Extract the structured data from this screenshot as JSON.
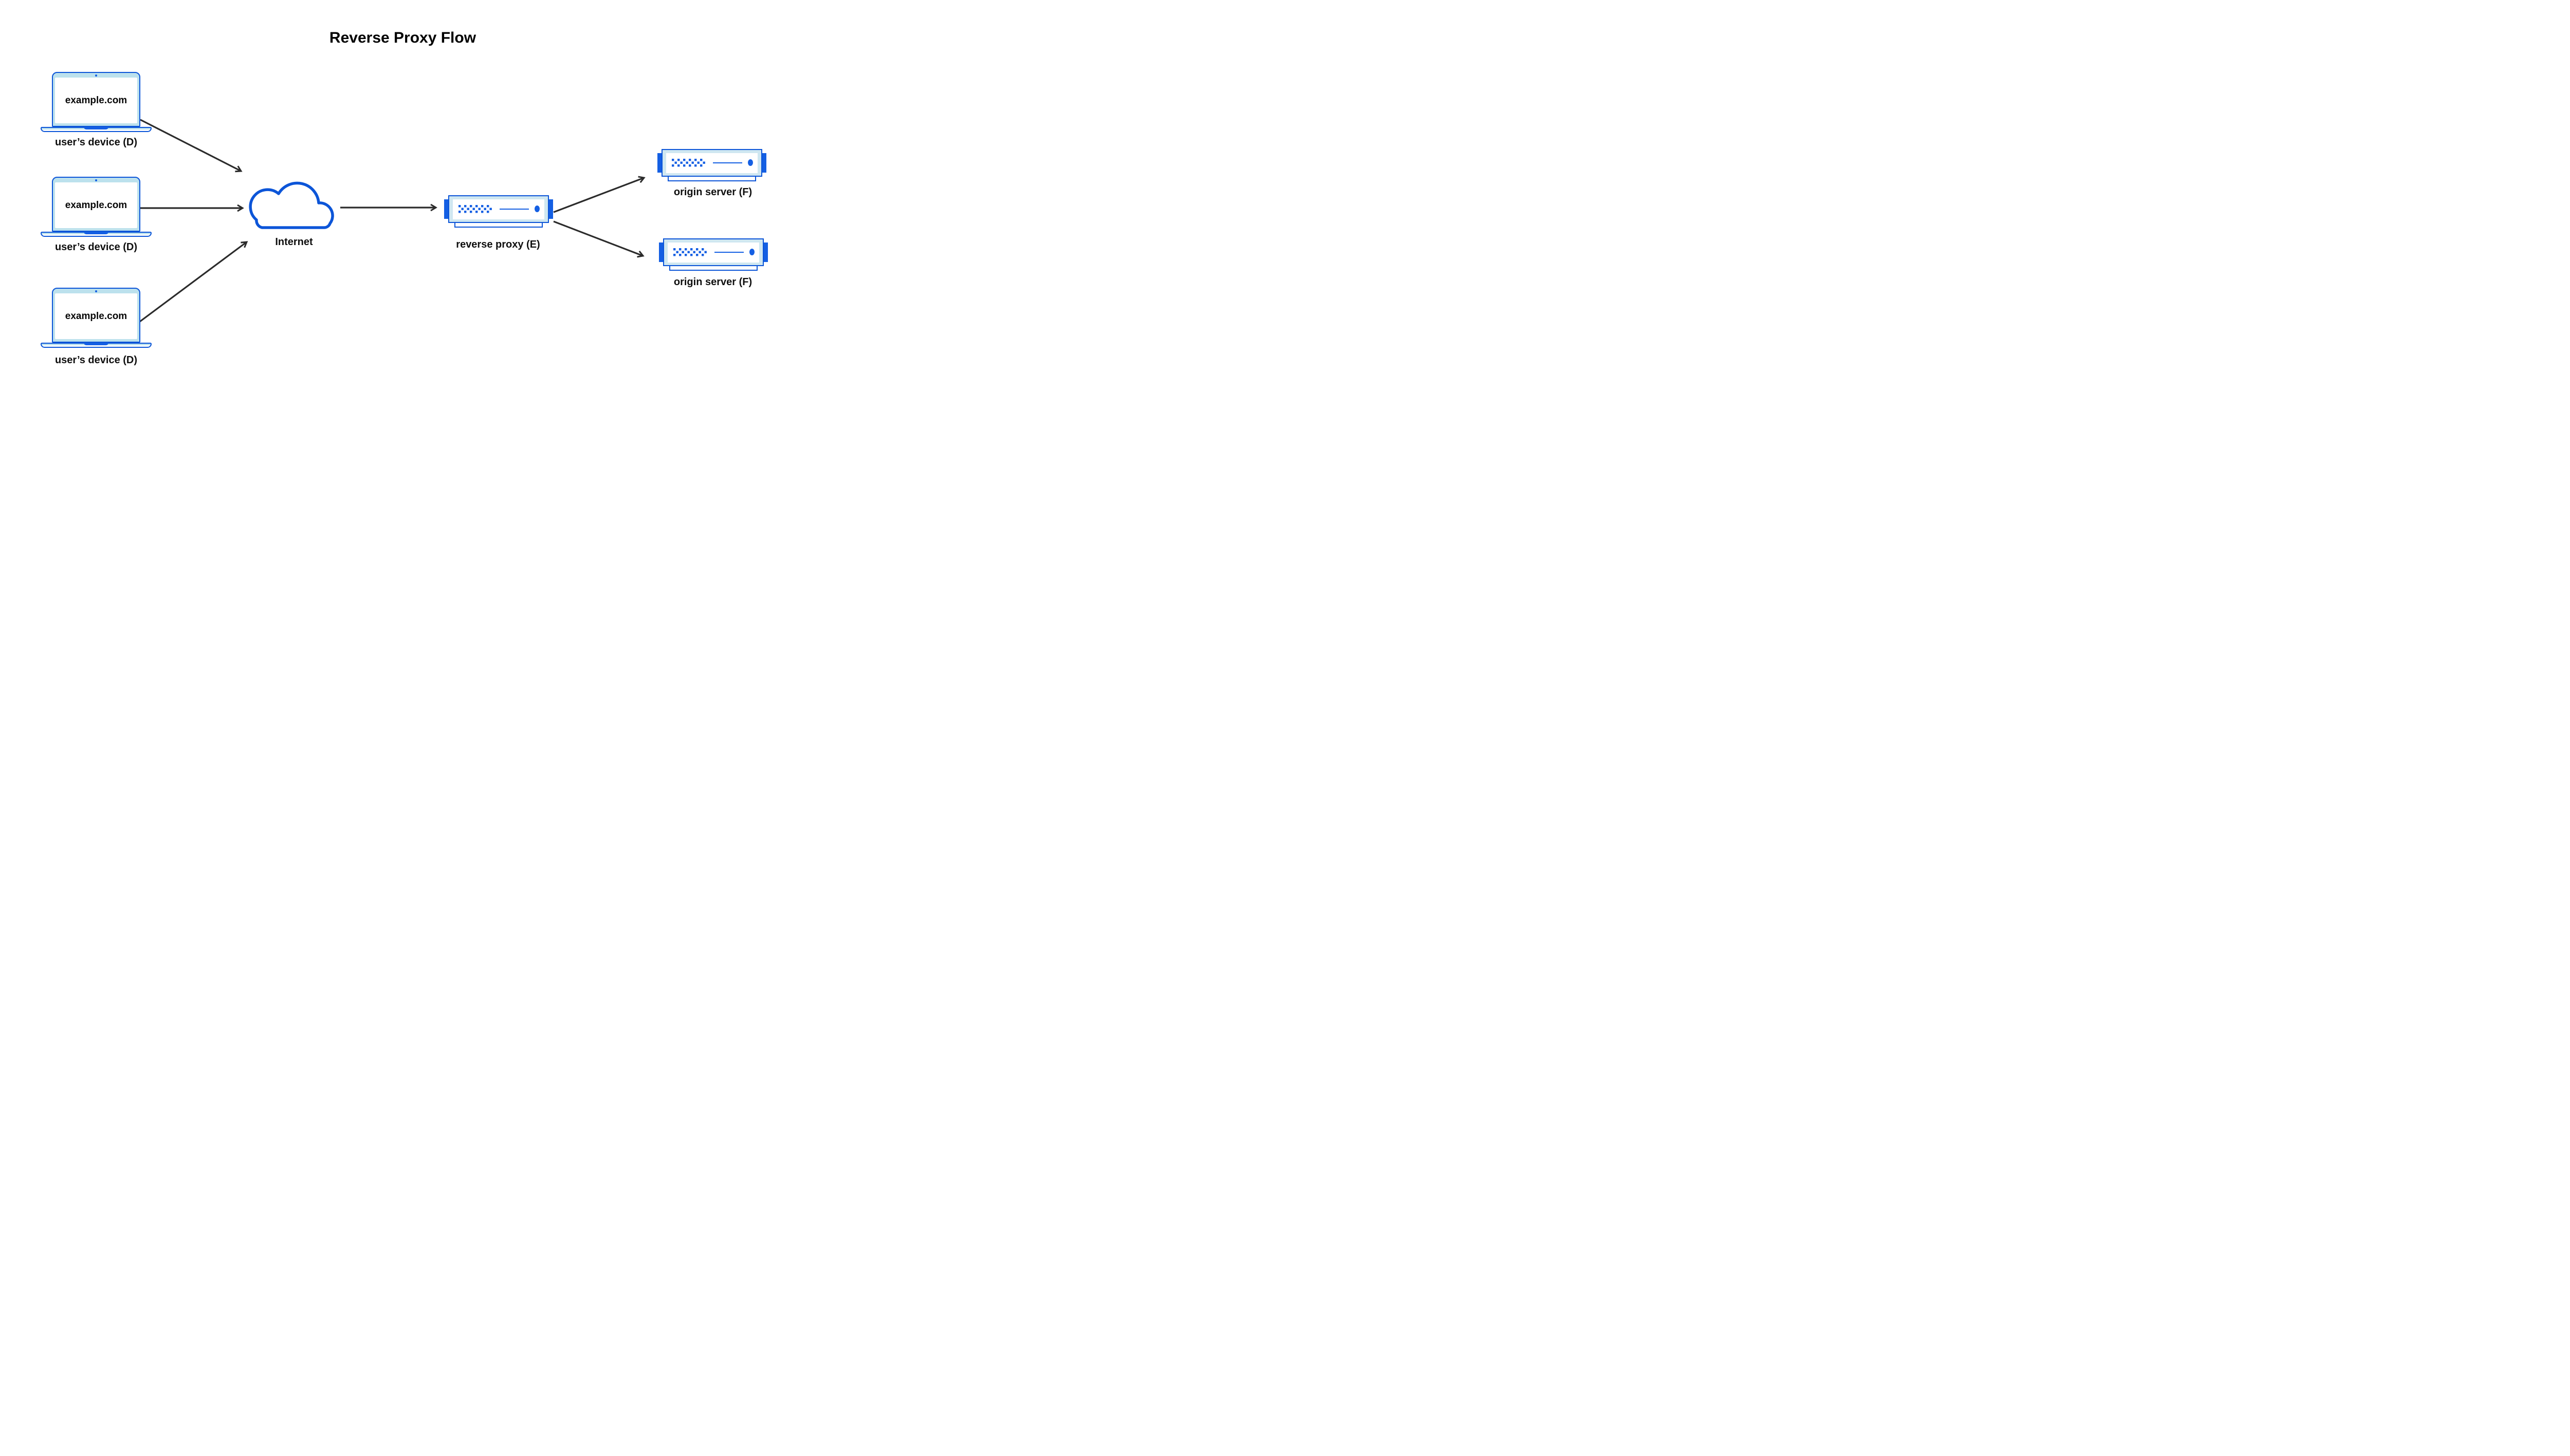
{
  "title": "Reverse Proxy Flow",
  "colors": {
    "outline_blue": "#0c55d8",
    "accent_blue": "#145fe3",
    "laptop_screen_fill": "#bce1ed",
    "server_frame_fill": "#cfe7f1",
    "arrow_black": "#2b2b2b",
    "text_black": "#0e0e0e",
    "background": "#ffffff"
  },
  "devices": [
    {
      "screen_text": "example.com",
      "label": "user’s device (D)"
    },
    {
      "screen_text": "example.com",
      "label": "user’s device (D)"
    },
    {
      "screen_text": "example.com",
      "label": "user’s device (D)"
    }
  ],
  "internet": {
    "label": "Internet"
  },
  "reverse_proxy": {
    "label": "reverse proxy (E)"
  },
  "origin_servers": [
    {
      "label": "origin server (F)"
    },
    {
      "label": "origin server (F)"
    }
  ]
}
